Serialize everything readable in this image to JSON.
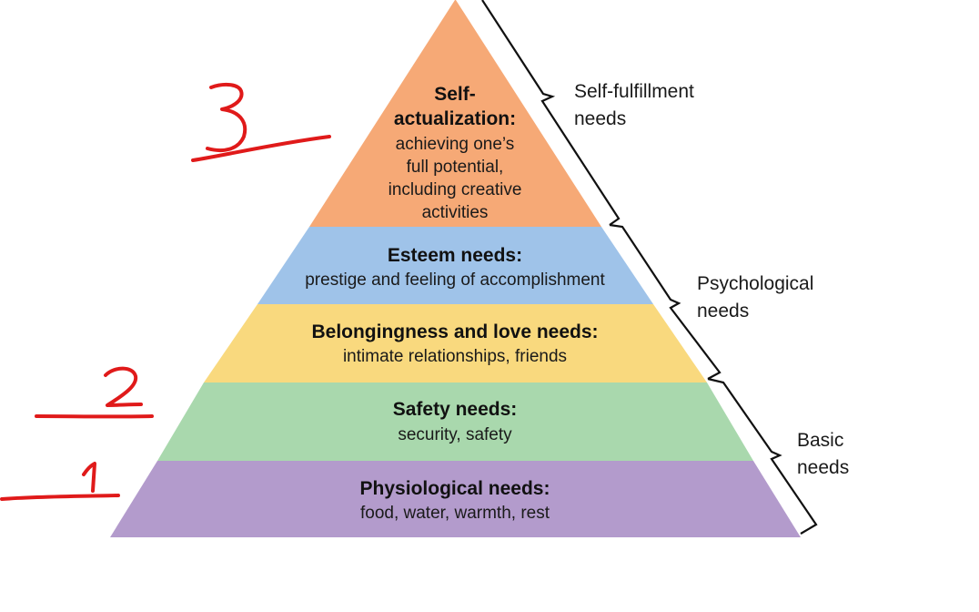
{
  "pyramid": {
    "tiers": [
      {
        "title_lines": [
          "Physiological needs:"
        ],
        "desc_lines": [
          "food, water, warmth, rest"
        ],
        "color": "#b39bcc"
      },
      {
        "title_lines": [
          "Safety needs:"
        ],
        "desc_lines": [
          "security, safety"
        ],
        "color": "#a9d8ad"
      },
      {
        "title_lines": [
          "Belongingness and love needs:"
        ],
        "desc_lines": [
          "intimate relationships, friends"
        ],
        "color": "#f9d97e"
      },
      {
        "title_lines": [
          "Esteem needs:"
        ],
        "desc_lines": [
          "prestige and feeling of accomplishment"
        ],
        "color": "#9fc3e9"
      },
      {
        "title_lines": [
          "Self-",
          "actualization:"
        ],
        "desc_lines": [
          "achieving one’s",
          "full potential,",
          "including creative",
          "activities"
        ],
        "color": "#f6a976"
      }
    ]
  },
  "groups": [
    {
      "lines": [
        "Self-fulfillment",
        "needs"
      ]
    },
    {
      "lines": [
        "Psychological",
        "needs"
      ]
    },
    {
      "lines": [
        "Basic",
        "needs"
      ]
    }
  ],
  "annotations": {
    "numbers": [
      "1",
      "2",
      "3"
    ],
    "color": "#e01a1a"
  }
}
